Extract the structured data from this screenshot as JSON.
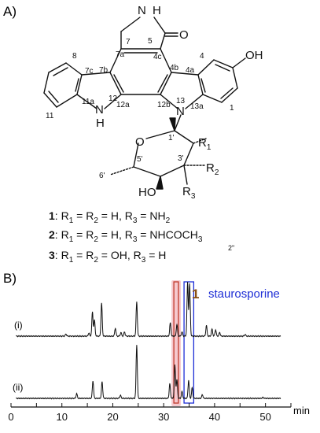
{
  "panel_a": {
    "label": "A)",
    "structure": {
      "atoms": {
        "nh_top": "N",
        "h_top": "H",
        "o_carbonyl": "O",
        "oh_phenol": "OH",
        "nh_indole_n": "N",
        "nh_indole_h": "H",
        "n13": "N",
        "o_ring": "O",
        "ho_sugar": "HO",
        "r1": "R",
        "r1_sub": "1",
        "r2": "R",
        "r2_sub": "2",
        "r3": "R",
        "r3_sub": "3"
      },
      "numbering": [
        "7",
        "5",
        "7a",
        "4c",
        "8",
        "7c",
        "7b",
        "4b",
        "4a",
        "4",
        "12",
        "12b",
        "13",
        "11a",
        "12a",
        "13a",
        "1",
        "11",
        "1'",
        "5'",
        "3'",
        "6'"
      ]
    },
    "compounds": [
      {
        "num": "1",
        "sep": ": R",
        "s1": "1",
        "m1": " = R",
        "s2": "2",
        "m2": " = H, R",
        "s3": "3",
        "tail": " = NH",
        "tail_sub": "2",
        "tail_end": ""
      },
      {
        "num": "2",
        "sep": ": R",
        "s1": "1",
        "m1": " = R",
        "s2": "2",
        "m2": " = H, R",
        "s3": "3",
        "tail": " = NHCOCH",
        "tail_sub": "3",
        "tail_end": ""
      },
      {
        "num": "3",
        "sep": ": R",
        "s1": "1",
        "m1": " = R",
        "s2": "2",
        "m2": " = OH, R",
        "s3": "3",
        "tail": " = H",
        "tail_sub": "",
        "tail_end": ""
      }
    ],
    "double_prime": "2\""
  },
  "panel_b": {
    "label": "B)",
    "marker_1": "1",
    "marker_staurosporine": "staurosporine",
    "colors": {
      "box_1": "#c0392b",
      "box_1_fill": "#f6c9cf",
      "box_stauro": "#1f2fd6",
      "marker_1": "#8a4f12",
      "marker_stauro": "#1f2fd6",
      "trace": "#111111"
    }
  },
  "chart_data": {
    "type": "line",
    "x_unit": "min",
    "x_ticks": [
      "0",
      "10",
      "20",
      "30",
      "40",
      "50"
    ],
    "xlim": [
      0,
      55
    ],
    "series": [
      {
        "name": "(i)",
        "peaks": [
          {
            "x": 10.8,
            "y": 0.04
          },
          {
            "x": 15.3,
            "y": 0.06
          },
          {
            "x": 16.0,
            "y": 0.45
          },
          {
            "x": 16.4,
            "y": 0.3
          },
          {
            "x": 17.8,
            "y": 0.62
          },
          {
            "x": 20.5,
            "y": 0.15
          },
          {
            "x": 21.6,
            "y": 0.07
          },
          {
            "x": 22.3,
            "y": 0.08
          },
          {
            "x": 24.7,
            "y": 0.64
          },
          {
            "x": 31.3,
            "y": 0.25
          },
          {
            "x": 32.6,
            "y": 0.22
          },
          {
            "x": 33.6,
            "y": 0.08
          },
          {
            "x": 34.7,
            "y": 1.0
          },
          {
            "x": 35.1,
            "y": 0.98
          },
          {
            "x": 38.4,
            "y": 0.2
          },
          {
            "x": 39.5,
            "y": 0.13
          },
          {
            "x": 40.2,
            "y": 0.12
          },
          {
            "x": 41.0,
            "y": 0.07
          },
          {
            "x": 46.0,
            "y": 0.03
          }
        ]
      },
      {
        "name": "(ii)",
        "peaks": [
          {
            "x": 12.9,
            "y": 0.09
          },
          {
            "x": 16.1,
            "y": 0.33
          },
          {
            "x": 17.9,
            "y": 0.31
          },
          {
            "x": 21.5,
            "y": 0.06
          },
          {
            "x": 24.7,
            "y": 1.0
          },
          {
            "x": 31.2,
            "y": 0.27
          },
          {
            "x": 32.2,
            "y": 0.62
          },
          {
            "x": 32.6,
            "y": 0.35
          },
          {
            "x": 33.6,
            "y": 0.13
          },
          {
            "x": 34.9,
            "y": 0.34
          },
          {
            "x": 35.6,
            "y": 0.2
          },
          {
            "x": 37.6,
            "y": 0.07
          },
          {
            "x": 49.5,
            "y": 0.02
          }
        ]
      }
    ],
    "highlight_1_x": [
      32.0,
      32.9
    ],
    "highlight_stauro_x": [
      34.0,
      35.9
    ]
  }
}
